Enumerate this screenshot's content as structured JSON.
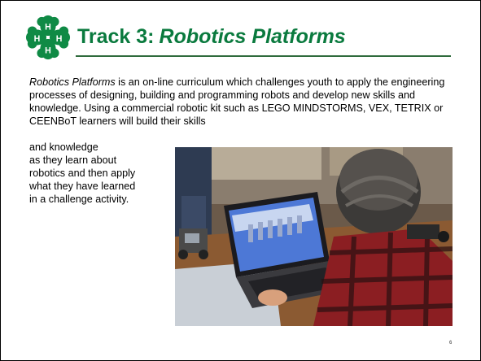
{
  "slide": {
    "title_prefix": "Track 3:",
    "title_emphasis": "Robotics Platforms",
    "body_lead_italic": "Robotics Platforms",
    "body_rest": " is an on-line curriculum which challenges youth to apply the engineering processes of designing, building and programming robots and develop new skills and knowledge.  Using a commercial robotic kit such as LEGO MINDSTORMS, VEX, TETRIX or CEENBoT learners will build their skills",
    "wrap_lines": [
      "and knowledge",
      "as they learn about",
      "robotics and then apply",
      "what they have learned",
      "in a challenge activity."
    ],
    "page_number": "6"
  },
  "colors": {
    "title_green": "#0a7a3e",
    "clover_green": "#0f8a45",
    "rule_green": "#2f6b3c"
  },
  "icons": {
    "logo": "4h-clover-logo",
    "photo": "robotics-classroom-photo"
  }
}
